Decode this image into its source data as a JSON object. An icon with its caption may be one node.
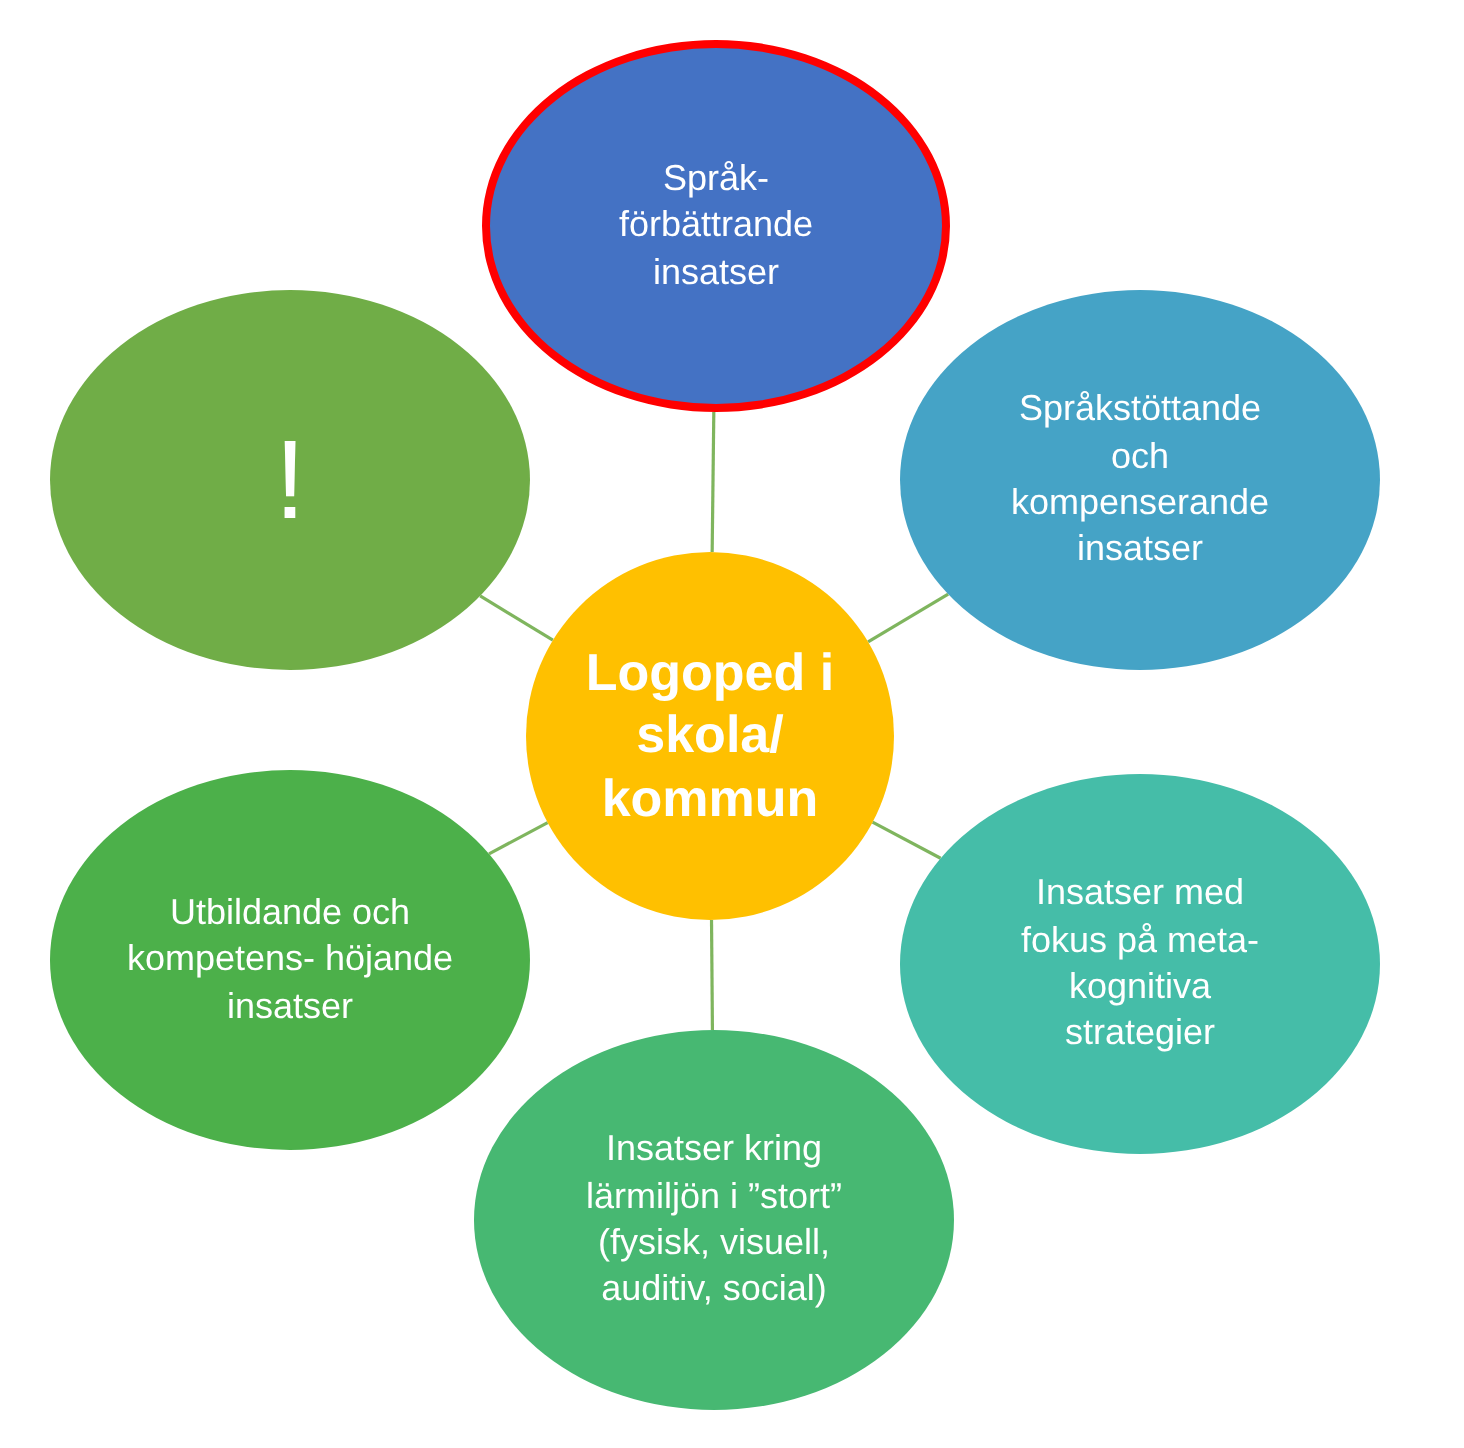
{
  "diagram": {
    "nodes": [
      {
        "text": [
          "Logoped i skola/ kommun"
        ]
      },
      {
        "text": [
          "Språk- förbättrande insatser"
        ]
      },
      {
        "text": [
          "Språkstöttande och kompenserande insatser"
        ]
      },
      {
        "text": [
          "Insatser med fokus på meta- kognitiva strategier"
        ]
      },
      {
        "text": [
          "Insatser kring lärmiljön i ”stort” (fysisk, visuell, auditiv, social)"
        ]
      },
      {
        "text": [
          "Utbildande och kompetens- höjande insatser"
        ]
      },
      {
        "text": [
          "!"
        ]
      }
    ],
    "edges": [
      {
        "from": 0,
        "to": 1,
        "arrow": "none"
      },
      {
        "from": 0,
        "to": 2,
        "arrow": "none"
      },
      {
        "from": 0,
        "to": 3,
        "arrow": "none"
      },
      {
        "from": 0,
        "to": 4,
        "arrow": "none"
      },
      {
        "from": 0,
        "to": 5,
        "arrow": "none"
      },
      {
        "from": 0,
        "to": 6,
        "arrow": "none"
      }
    ]
  }
}
